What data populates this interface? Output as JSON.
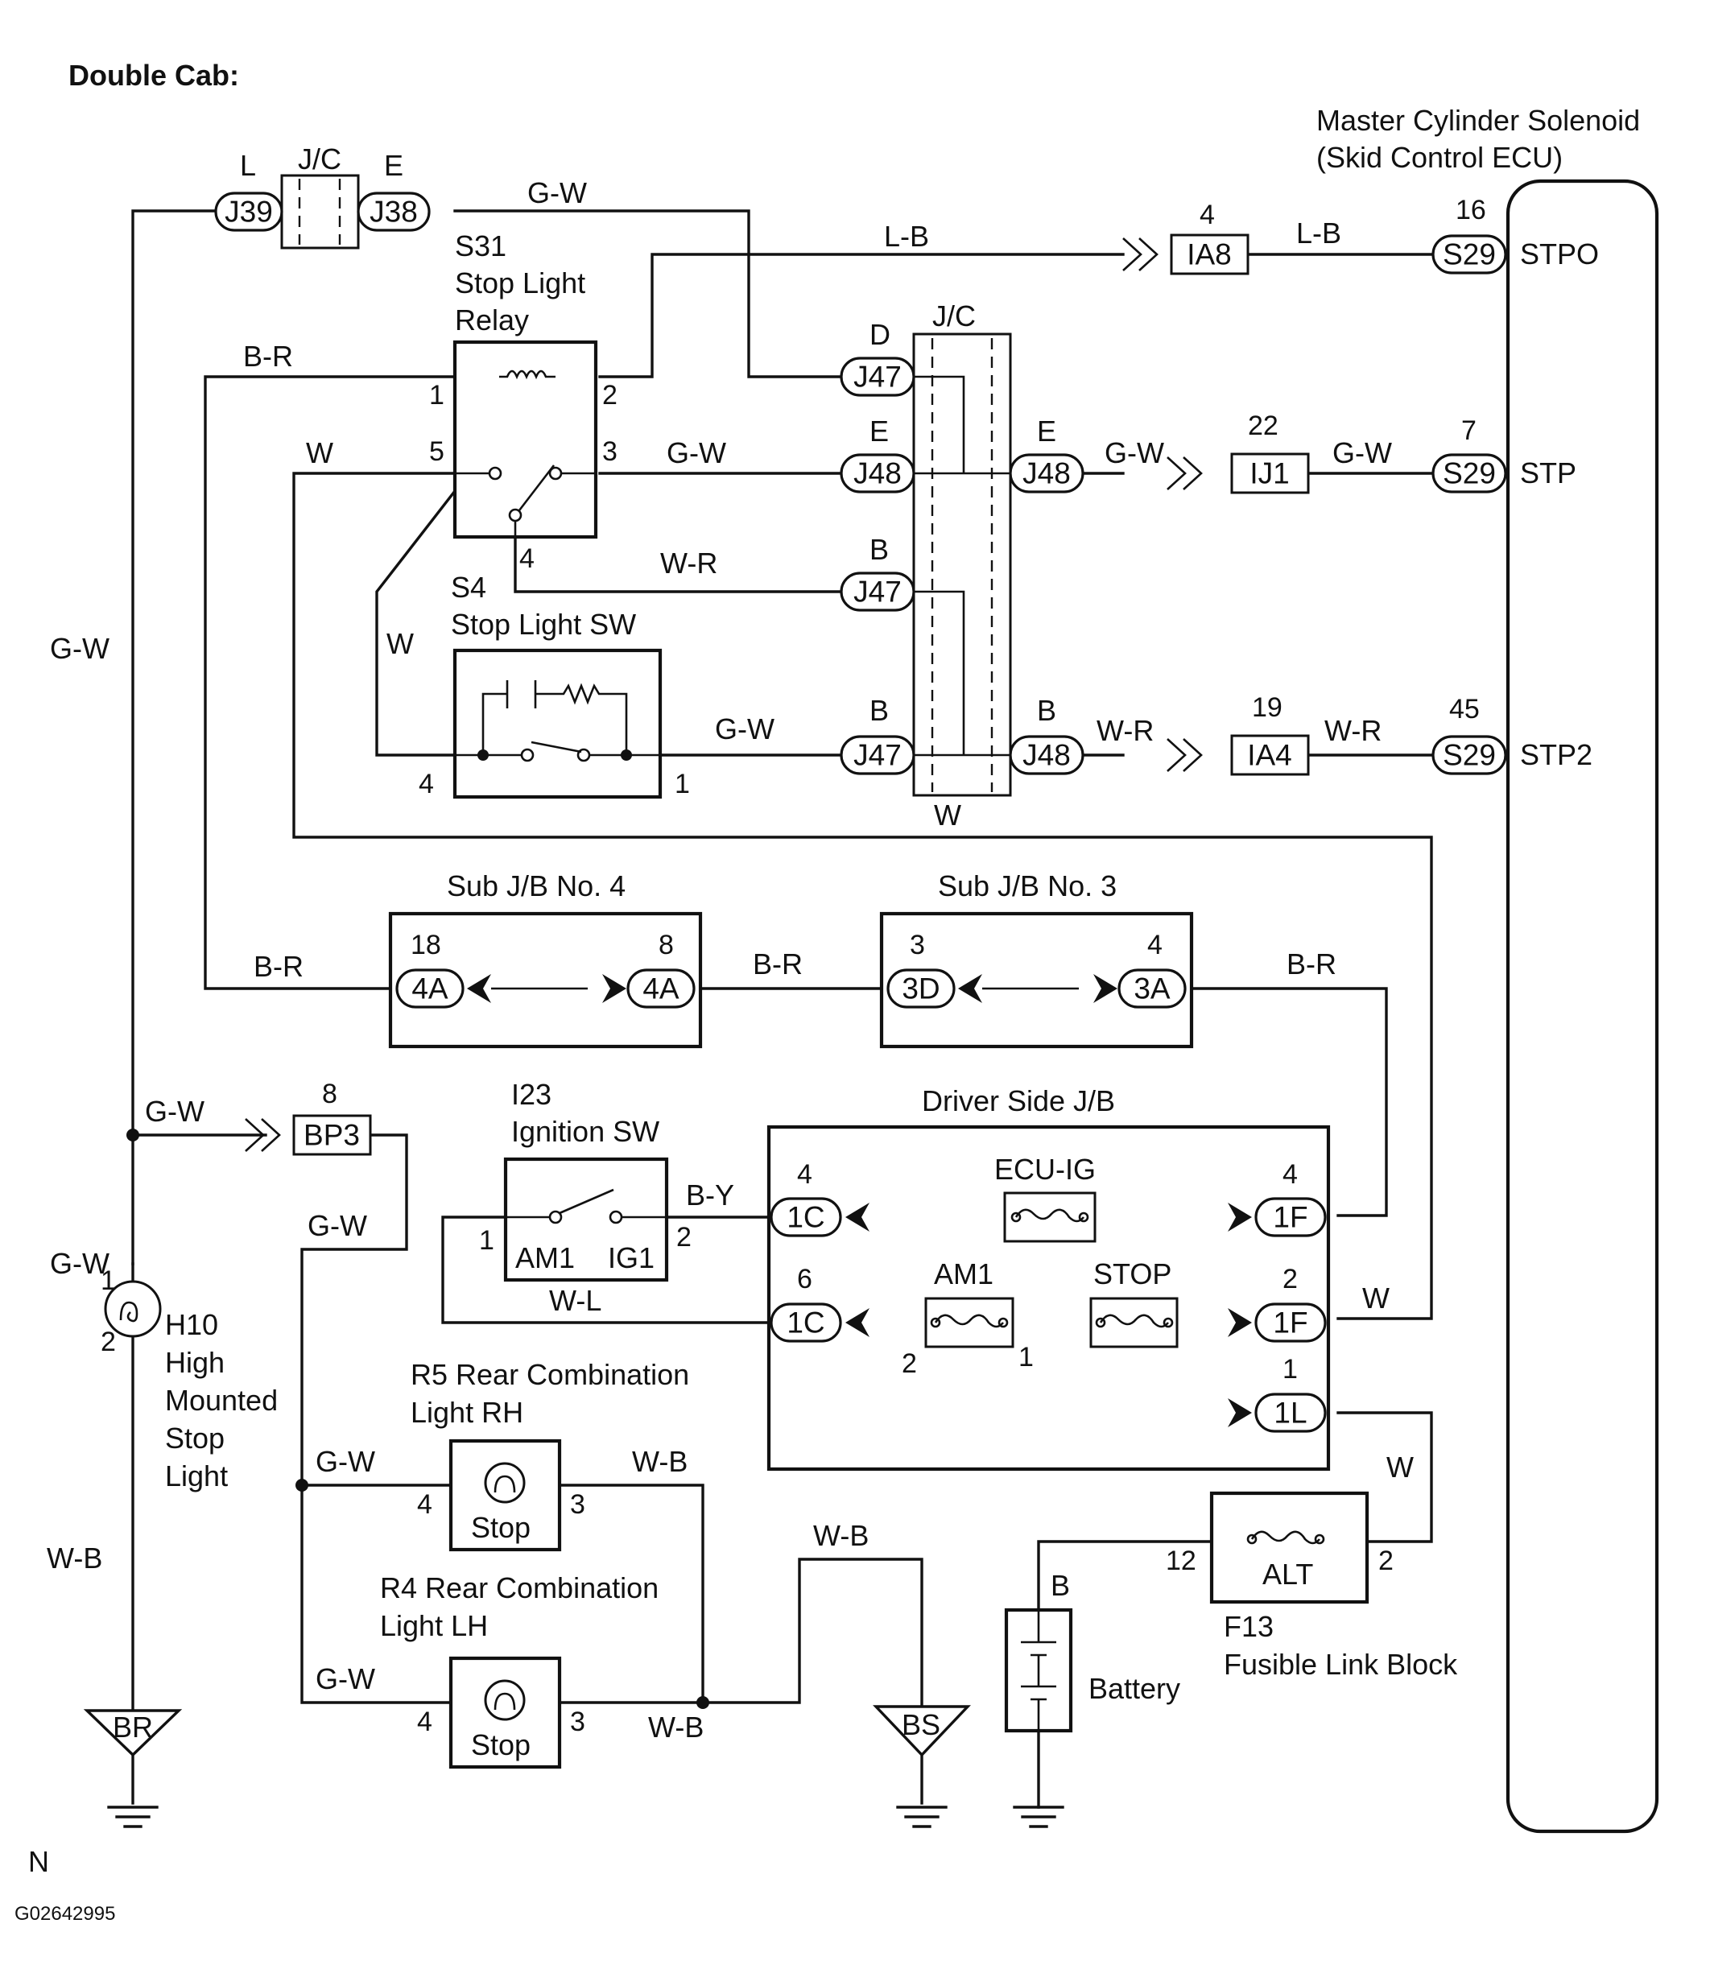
{
  "title": "Double Cab:",
  "figure_code": "G02642995",
  "corner_mark": "N",
  "components": {
    "master_cylinder": {
      "line1": "Master Cylinder Solenoid",
      "line2": "(Skid Control ECU)",
      "pins": {
        "stpo": "STPO",
        "stp": "STP",
        "stp2": "STP2"
      }
    },
    "stop_light_relay": {
      "id": "S31",
      "line1": "Stop Light",
      "line2": "Relay"
    },
    "stop_light_sw": {
      "id": "S4",
      "name": "Stop Light SW"
    },
    "sub_jb4": "Sub J/B No. 4",
    "sub_jb3": "Sub J/B No. 3",
    "ignition_sw": {
      "id": "I23",
      "name": "Ignition SW",
      "am1": "AM1",
      "ig1": "IG1"
    },
    "driver_jb": "Driver Side J/B",
    "fuses": {
      "ecu_ig": "ECU-IG",
      "am1": "AM1",
      "stop": "STOP",
      "alt": "ALT"
    },
    "high_mount": {
      "id": "H10",
      "l1": "High",
      "l2": "Mounted",
      "l3": "Stop",
      "l4": "Light"
    },
    "rear_rh": {
      "l1": "R5 Rear Combination",
      "l2": "Light RH",
      "lamp": "Stop"
    },
    "rear_lh": {
      "l1": "R4 Rear Combination",
      "l2": "Light LH",
      "lamp": "Stop"
    },
    "battery": "Battery",
    "fusible_link": {
      "id": "F13",
      "name": "Fusible Link Block"
    },
    "jc": "J/C",
    "grounds": {
      "br": "BR",
      "bs": "BS"
    }
  },
  "connectors": {
    "j39": "J39",
    "j38": "J38",
    "j47": "J47",
    "j48": "J48",
    "s29": "S29",
    "ia8": "IA8",
    "ij1": "IJ1",
    "ia4": "IA4",
    "bp3": "BP3",
    "c4a": "4A",
    "c3d": "3D",
    "c3a": "3A",
    "c1c": "1C",
    "c1f": "1F",
    "c1l": "1L"
  },
  "wires": {
    "gw": "G-W",
    "lb": "L-B",
    "br": "B-R",
    "w": "W",
    "wr": "W-R",
    "by": "B-Y",
    "wl": "W-L",
    "wb": "W-B",
    "b": "B"
  },
  "letters": {
    "L": "L",
    "E": "E",
    "D": "D",
    "B": "B",
    "W": "W"
  },
  "pins": {
    "p1": "1",
    "p2": "2",
    "p3": "3",
    "p4": "4",
    "p5": "5",
    "p6": "6",
    "p7": "7",
    "p8": "8",
    "p12": "12",
    "p16": "16",
    "p18": "18",
    "p19": "19",
    "p22": "22",
    "p45": "45"
  }
}
